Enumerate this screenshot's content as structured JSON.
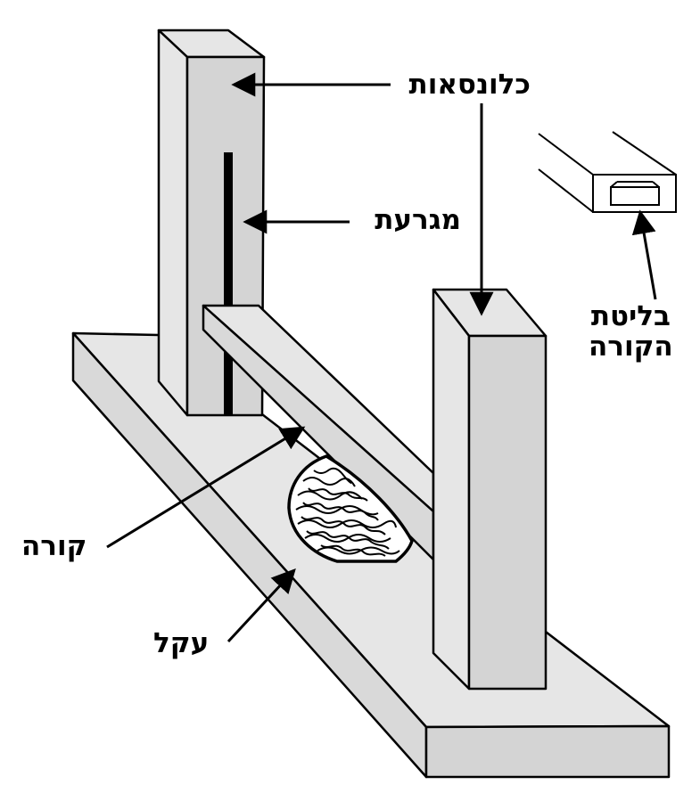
{
  "diagram": {
    "labels": {
      "columns": "כלונסאות",
      "slot": "מגרעת",
      "beam_end_line1": "בליטת",
      "beam_end_line2": "הקורה",
      "beam": "קורה",
      "axle": "עקל"
    },
    "colors": {
      "face_light": "#e6e6e6",
      "face_mid": "#d4d4d4",
      "outline": "#000000",
      "background": "#ffffff"
    }
  }
}
